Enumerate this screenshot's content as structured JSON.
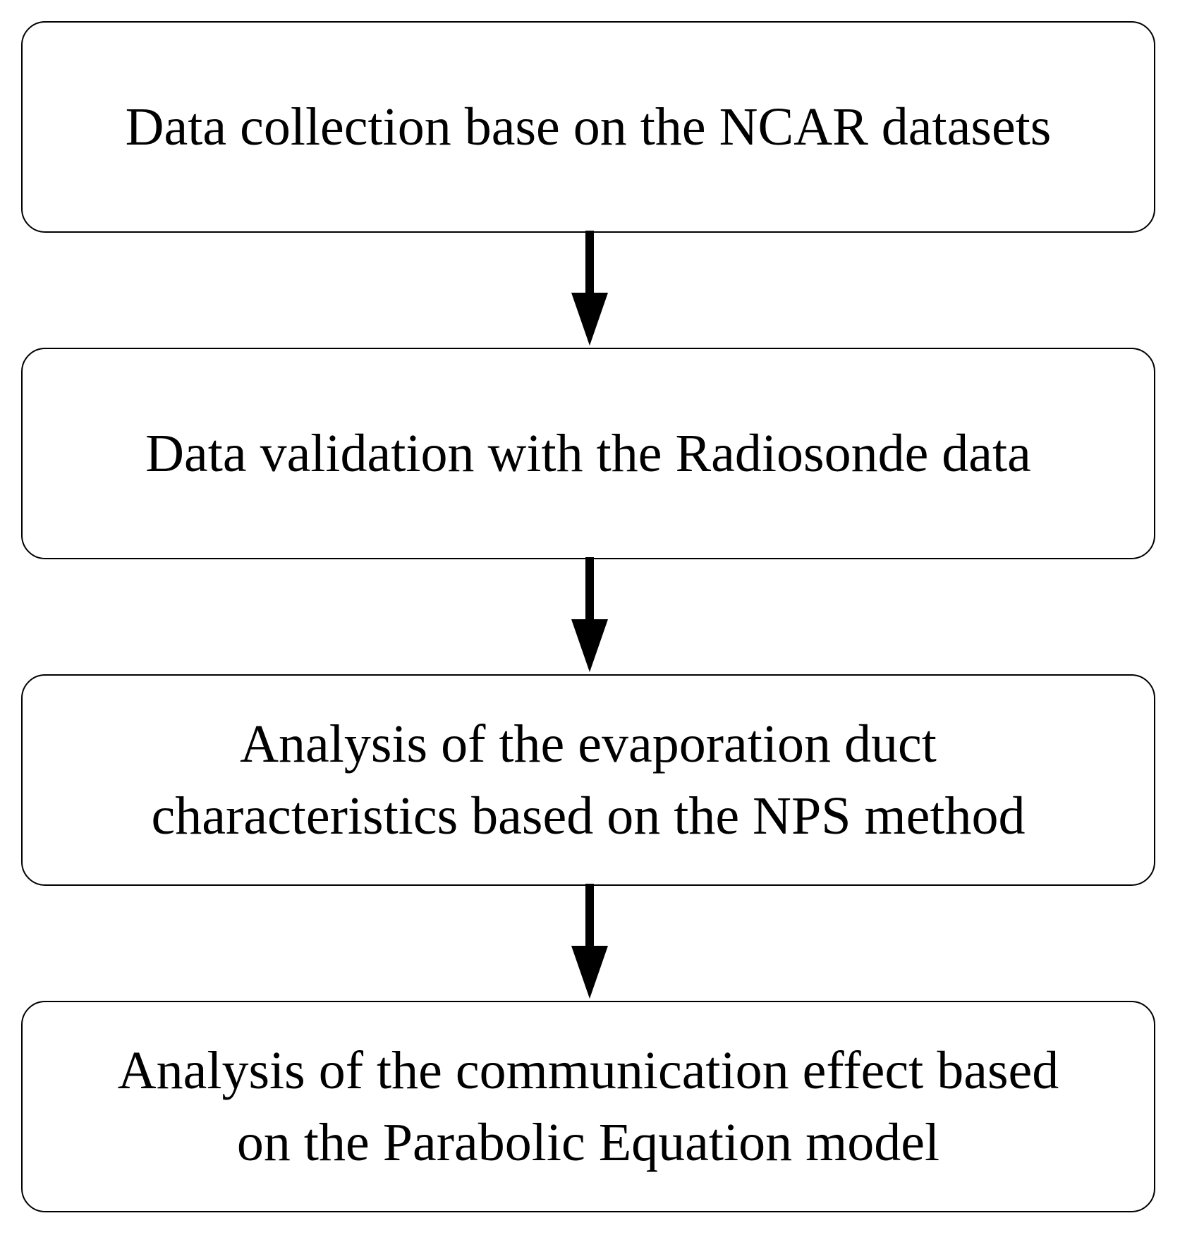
{
  "colors": {
    "stroke": "#000000",
    "background": "#ffffff"
  },
  "steps": [
    {
      "text": "Data collection base on the NCAR datasets"
    },
    {
      "text": "Data validation with the Radiosonde data"
    },
    {
      "text": "Analysis of the evaporation duct\ncharacteristics based on the NPS method"
    },
    {
      "text": "Analysis of the communication effect based\non the Parabolic Equation model"
    }
  ]
}
